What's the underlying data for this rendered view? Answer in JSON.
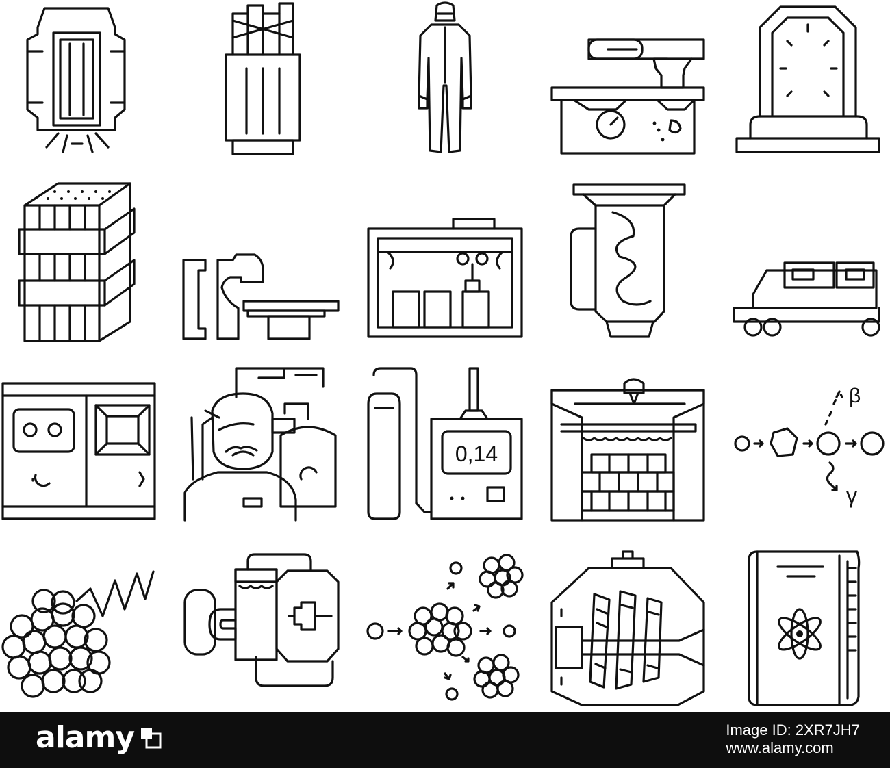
{
  "icons": [
    {
      "name": "nuclear-reactor-vessel-icon"
    },
    {
      "name": "fuel-rod-container-icon"
    },
    {
      "name": "protective-suit-icon"
    },
    {
      "name": "radiation-measuring-device-icon"
    },
    {
      "name": "reactor-core-glow-icon"
    },
    {
      "name": "fuel-assembly-bundle-icon"
    },
    {
      "name": "radiotherapy-machine-icon"
    },
    {
      "name": "hot-cell-manipulator-icon"
    },
    {
      "name": "heat-exchanger-coil-icon"
    },
    {
      "name": "nuclear-transport-truck-icon"
    },
    {
      "name": "control-panel-cabinet-icon"
    },
    {
      "name": "worker-respirator-icon"
    },
    {
      "name": "dosimeter-icon"
    },
    {
      "name": "spent-fuel-pool-icon"
    },
    {
      "name": "decay-chain-icon"
    },
    {
      "name": "atomic-nucleus-wave-icon"
    },
    {
      "name": "reactor-cooling-loop-icon"
    },
    {
      "name": "nuclear-fission-icon"
    },
    {
      "name": "steam-turbine-icon"
    },
    {
      "name": "nuclear-book-icon"
    }
  ],
  "dosimeter_reading": "0,14",
  "decay_labels": {
    "beta": "β",
    "gamma": "γ"
  },
  "footer": {
    "brand": "alamy",
    "image_id_label": "Image ID: 2XR7JH7",
    "site": "www.alamy.com",
    "background": "#0e0e0e",
    "text_color": "#ffffff"
  }
}
